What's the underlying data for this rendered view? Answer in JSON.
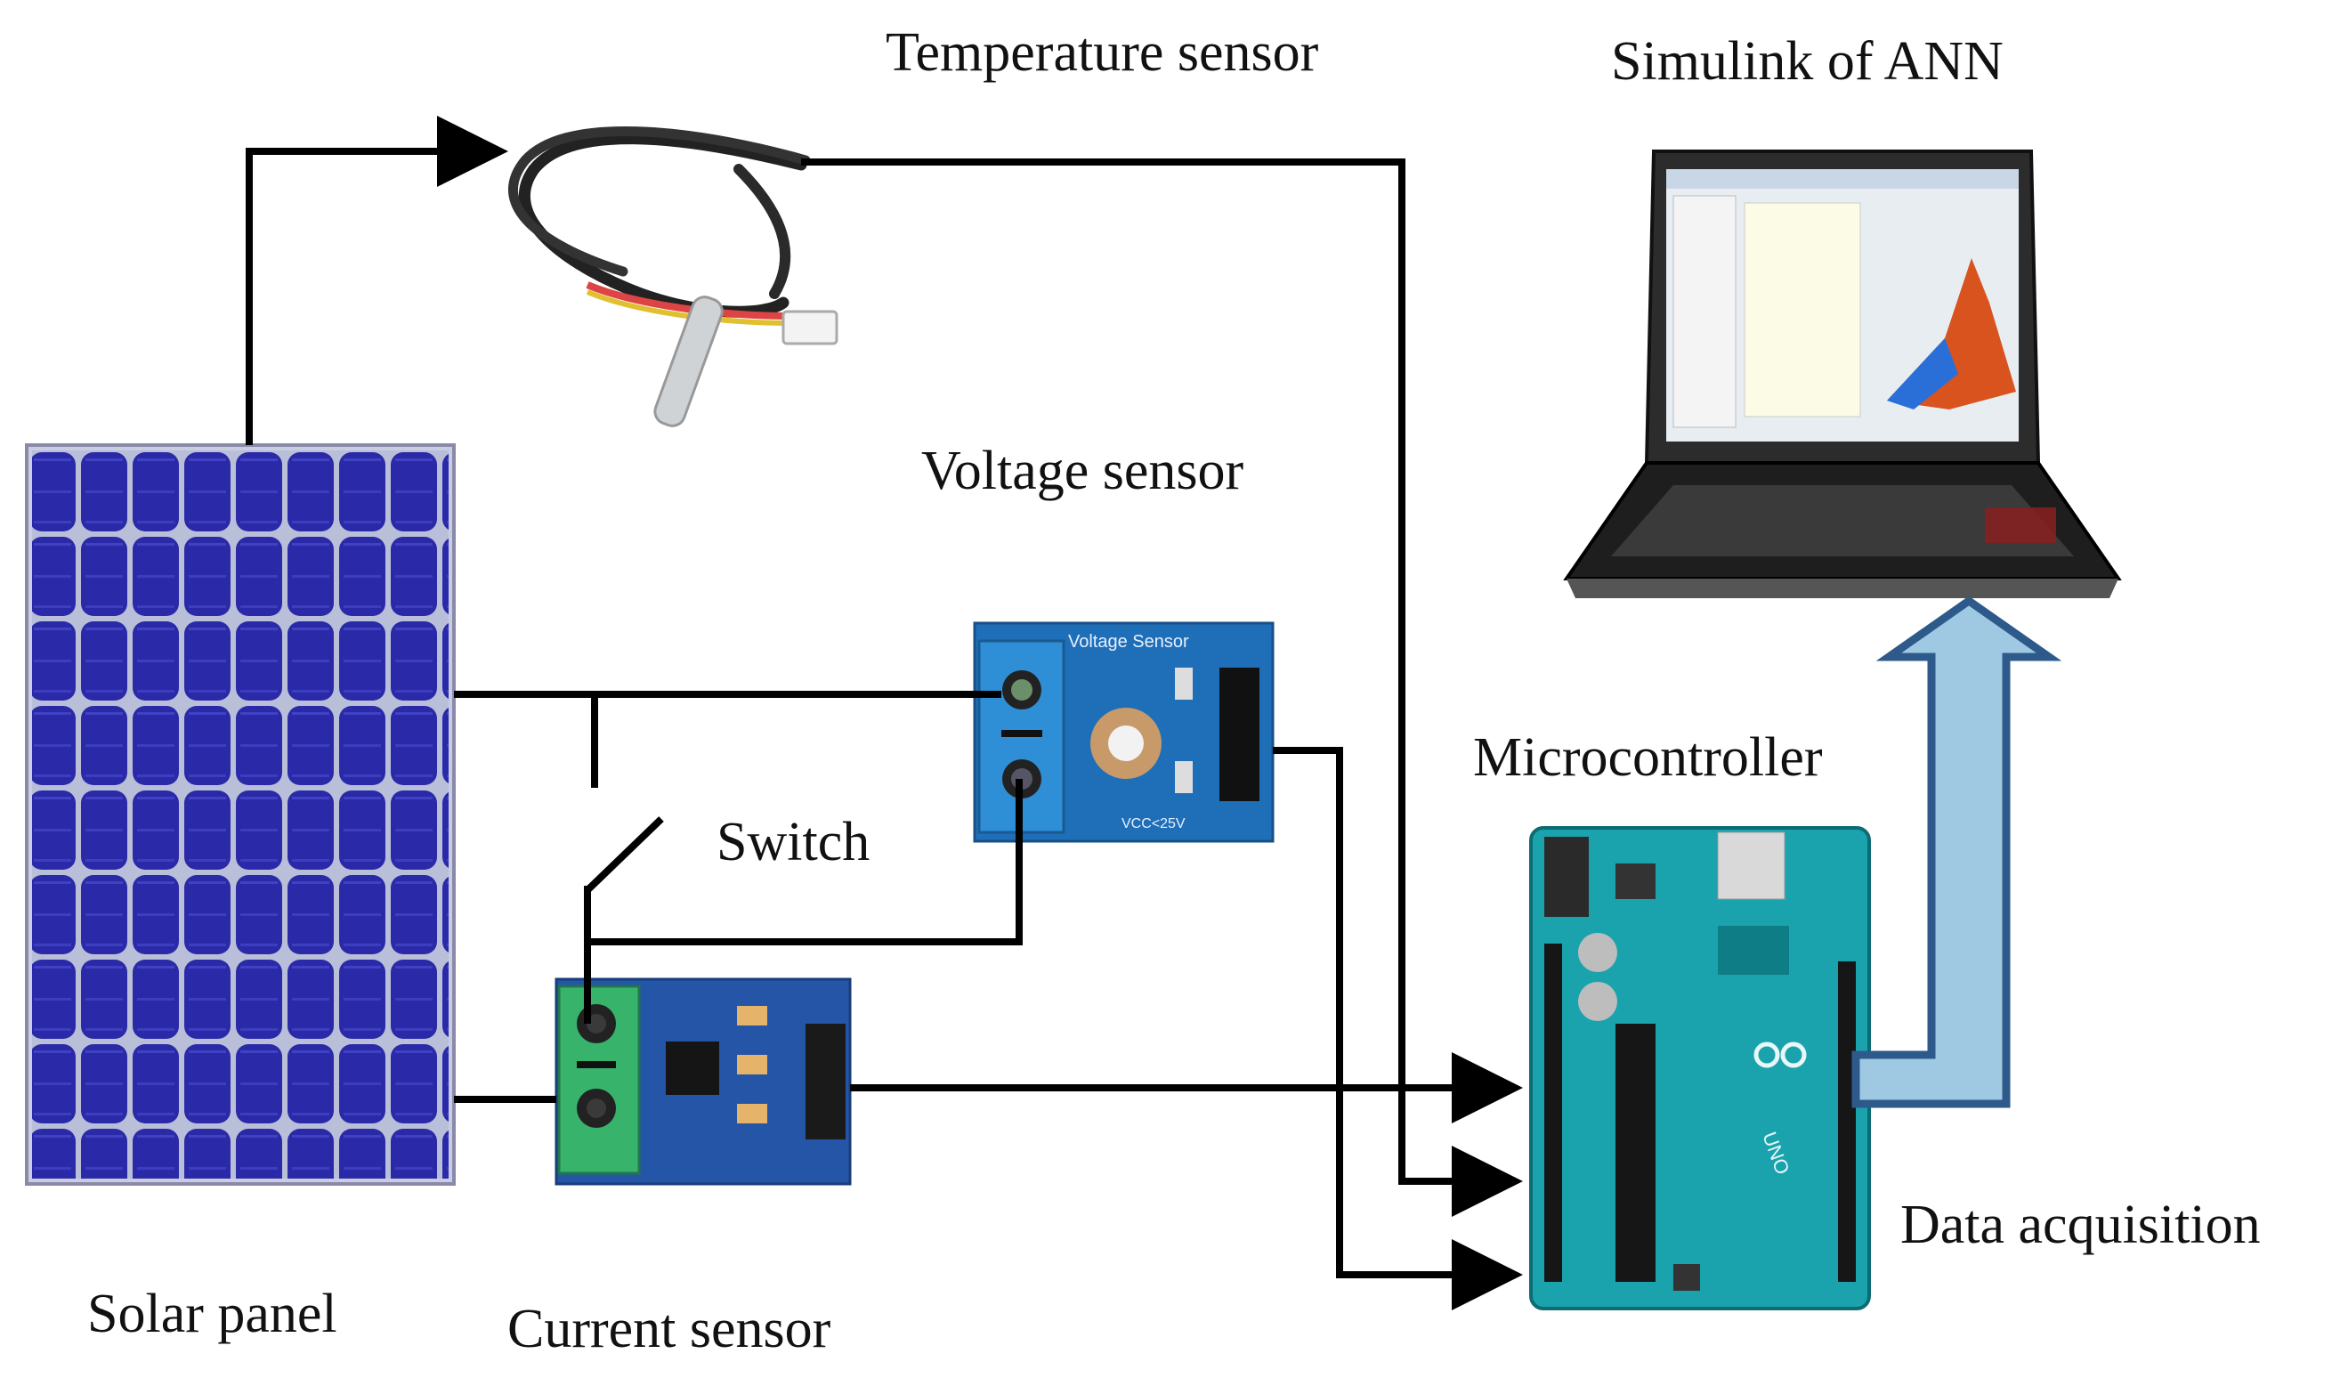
{
  "labels": {
    "temperature_sensor": "Temperature sensor",
    "simulink": "Simulink of ANN",
    "voltage_sensor": "Voltage sensor",
    "microcontroller": "Microcontroller",
    "switch": "Switch",
    "data_acquisition": "Data acquisition",
    "solar_panel": "Solar panel",
    "current_sensor": "Current sensor"
  },
  "device_text": {
    "voltage_board": "Voltage Sensor",
    "voltage_board_vcc": "VCC<25V",
    "arduino_model": "UNO"
  },
  "colors": {
    "solar_cell": "#2a2aa8",
    "solar_frame": "#9a9ab8",
    "voltage_board": "#1f6fb8",
    "terminal_blue": "#2f8fd6",
    "current_board": "#2455a6",
    "terminal_green": "#37b36c",
    "arduino": "#1aa3ad",
    "data_arrow_fill": "#9fc9e3",
    "data_arrow_stroke": "#2d5a8a",
    "wire": "#000000"
  }
}
